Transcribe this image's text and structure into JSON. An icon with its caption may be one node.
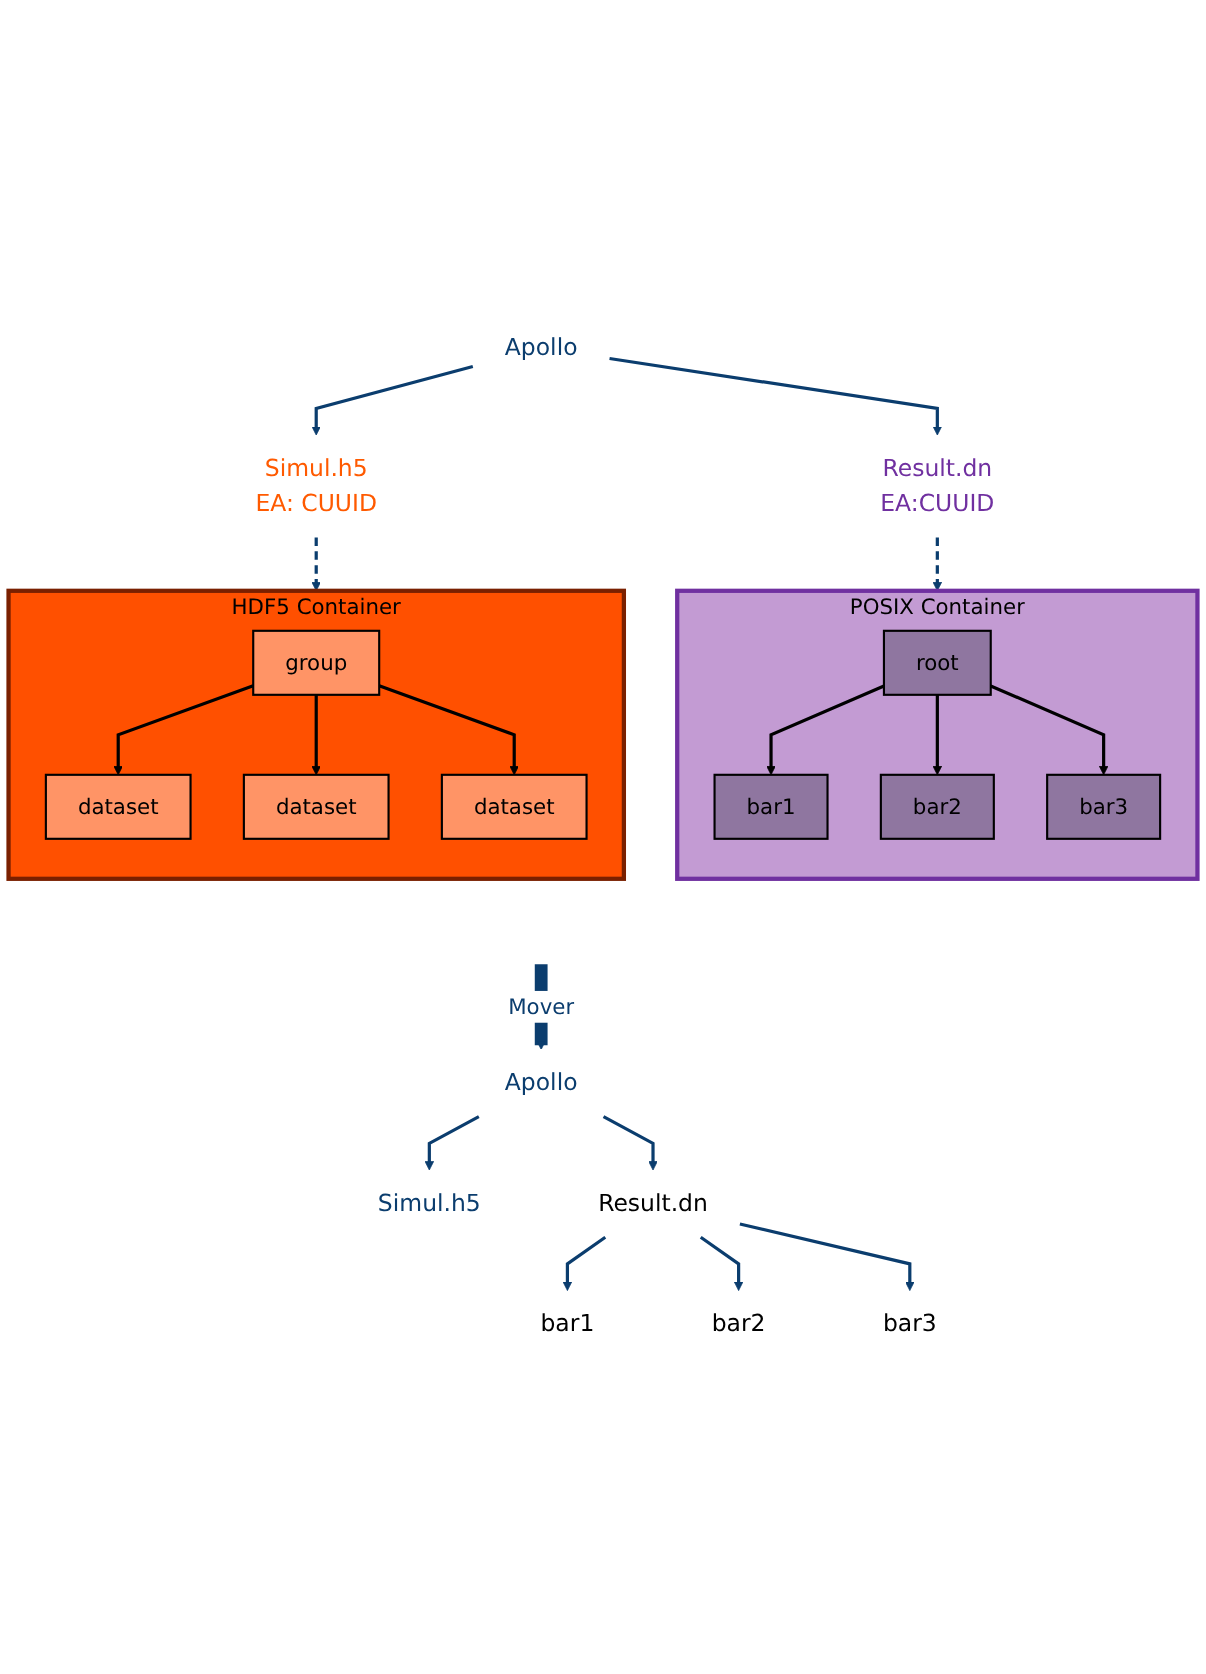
{
  "diagram": {
    "nodes": [
      {
        "text": [
          "Apollo"
        ]
      },
      {
        "text": [
          "Simul.h5",
          "EA: CUUID"
        ]
      },
      {
        "text": [
          "Result.dn",
          "EA:CUUID"
        ]
      },
      {
        "text": [
          "HDF5 Container"
        ]
      },
      {
        "text": [
          "group"
        ],
        "in": 3
      },
      {
        "text": [
          "dataset"
        ],
        "in": 3
      },
      {
        "text": [
          "dataset"
        ],
        "in": 3
      },
      {
        "text": [
          "dataset"
        ],
        "in": 3
      },
      {
        "text": [
          "POSIX Container"
        ]
      },
      {
        "text": [
          "root"
        ],
        "in": 8
      },
      {
        "text": [
          "bar1"
        ],
        "in": 8
      },
      {
        "text": [
          "bar2"
        ],
        "in": 8
      },
      {
        "text": [
          "bar3"
        ],
        "in": 8
      },
      {
        "text": [
          "Apollo"
        ]
      },
      {
        "text": [
          "Simul.h5"
        ]
      },
      {
        "text": [
          "Result.dn"
        ]
      },
      {
        "text": [
          "bar1"
        ]
      },
      {
        "text": [
          "bar2"
        ]
      },
      {
        "text": [
          "bar3"
        ]
      }
    ],
    "edges": [
      {
        "from": 0,
        "to": 1,
        "arrow": "to"
      },
      {
        "from": 0,
        "to": 2,
        "arrow": "to"
      },
      {
        "from": 1,
        "to": 3,
        "arrow": "to",
        "style": "dashed"
      },
      {
        "from": 2,
        "to": 8,
        "arrow": "to",
        "style": "dashed"
      },
      {
        "from": 4,
        "to": 5,
        "arrow": "to",
        "color": "#000000"
      },
      {
        "from": 4,
        "to": 6,
        "arrow": "to",
        "color": "#000000"
      },
      {
        "from": 4,
        "to": 7,
        "arrow": "to",
        "color": "#000000"
      },
      {
        "from": 9,
        "to": 10,
        "arrow": "to",
        "color": "#000000"
      },
      {
        "from": 9,
        "to": 11,
        "arrow": "to",
        "color": "#000000"
      },
      {
        "from": 9,
        "to": 12,
        "arrow": "to",
        "color": "#000000"
      },
      {
        "from": null,
        "to": 13,
        "arrow": "to",
        "label": "Mover",
        "style": "thick"
      },
      {
        "from": 13,
        "to": 14,
        "arrow": "to"
      },
      {
        "from": 13,
        "to": 15,
        "arrow": "to"
      },
      {
        "from": 15,
        "to": 16,
        "arrow": "to"
      },
      {
        "from": 15,
        "to": 17,
        "arrow": "to"
      },
      {
        "from": 15,
        "to": 18,
        "arrow": "to"
      }
    ]
  }
}
